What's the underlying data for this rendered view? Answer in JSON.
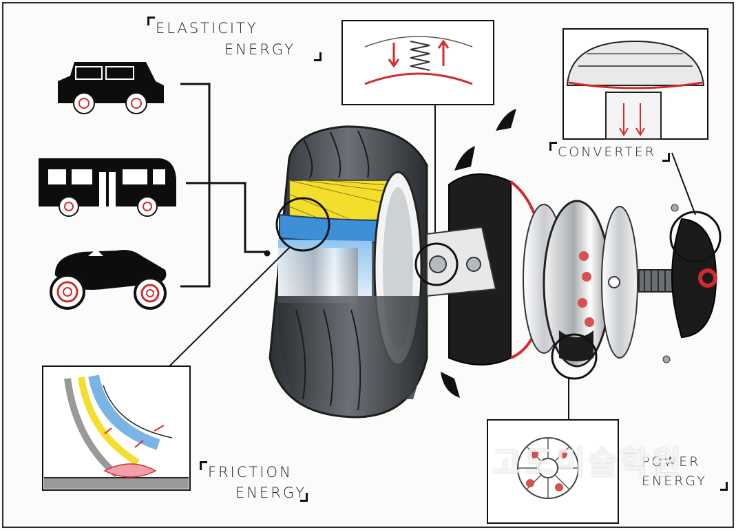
{
  "labels": {
    "elasticity_line1": "ELASTICITY",
    "elasticity_line2": "ENERGY",
    "converter": "CONVERTER",
    "friction_line1": "FRICTION",
    "friction_line2": "ENERGY",
    "power_line1": "POWER",
    "power_line2": "ENERGY"
  },
  "watermark": "고도미술학원",
  "colors": {
    "ink": "#111111",
    "accent_red": "#d62a2a",
    "blue": "#3d8fd6",
    "yellow": "#f3de2c",
    "tire_gray": "#4a4e52"
  }
}
